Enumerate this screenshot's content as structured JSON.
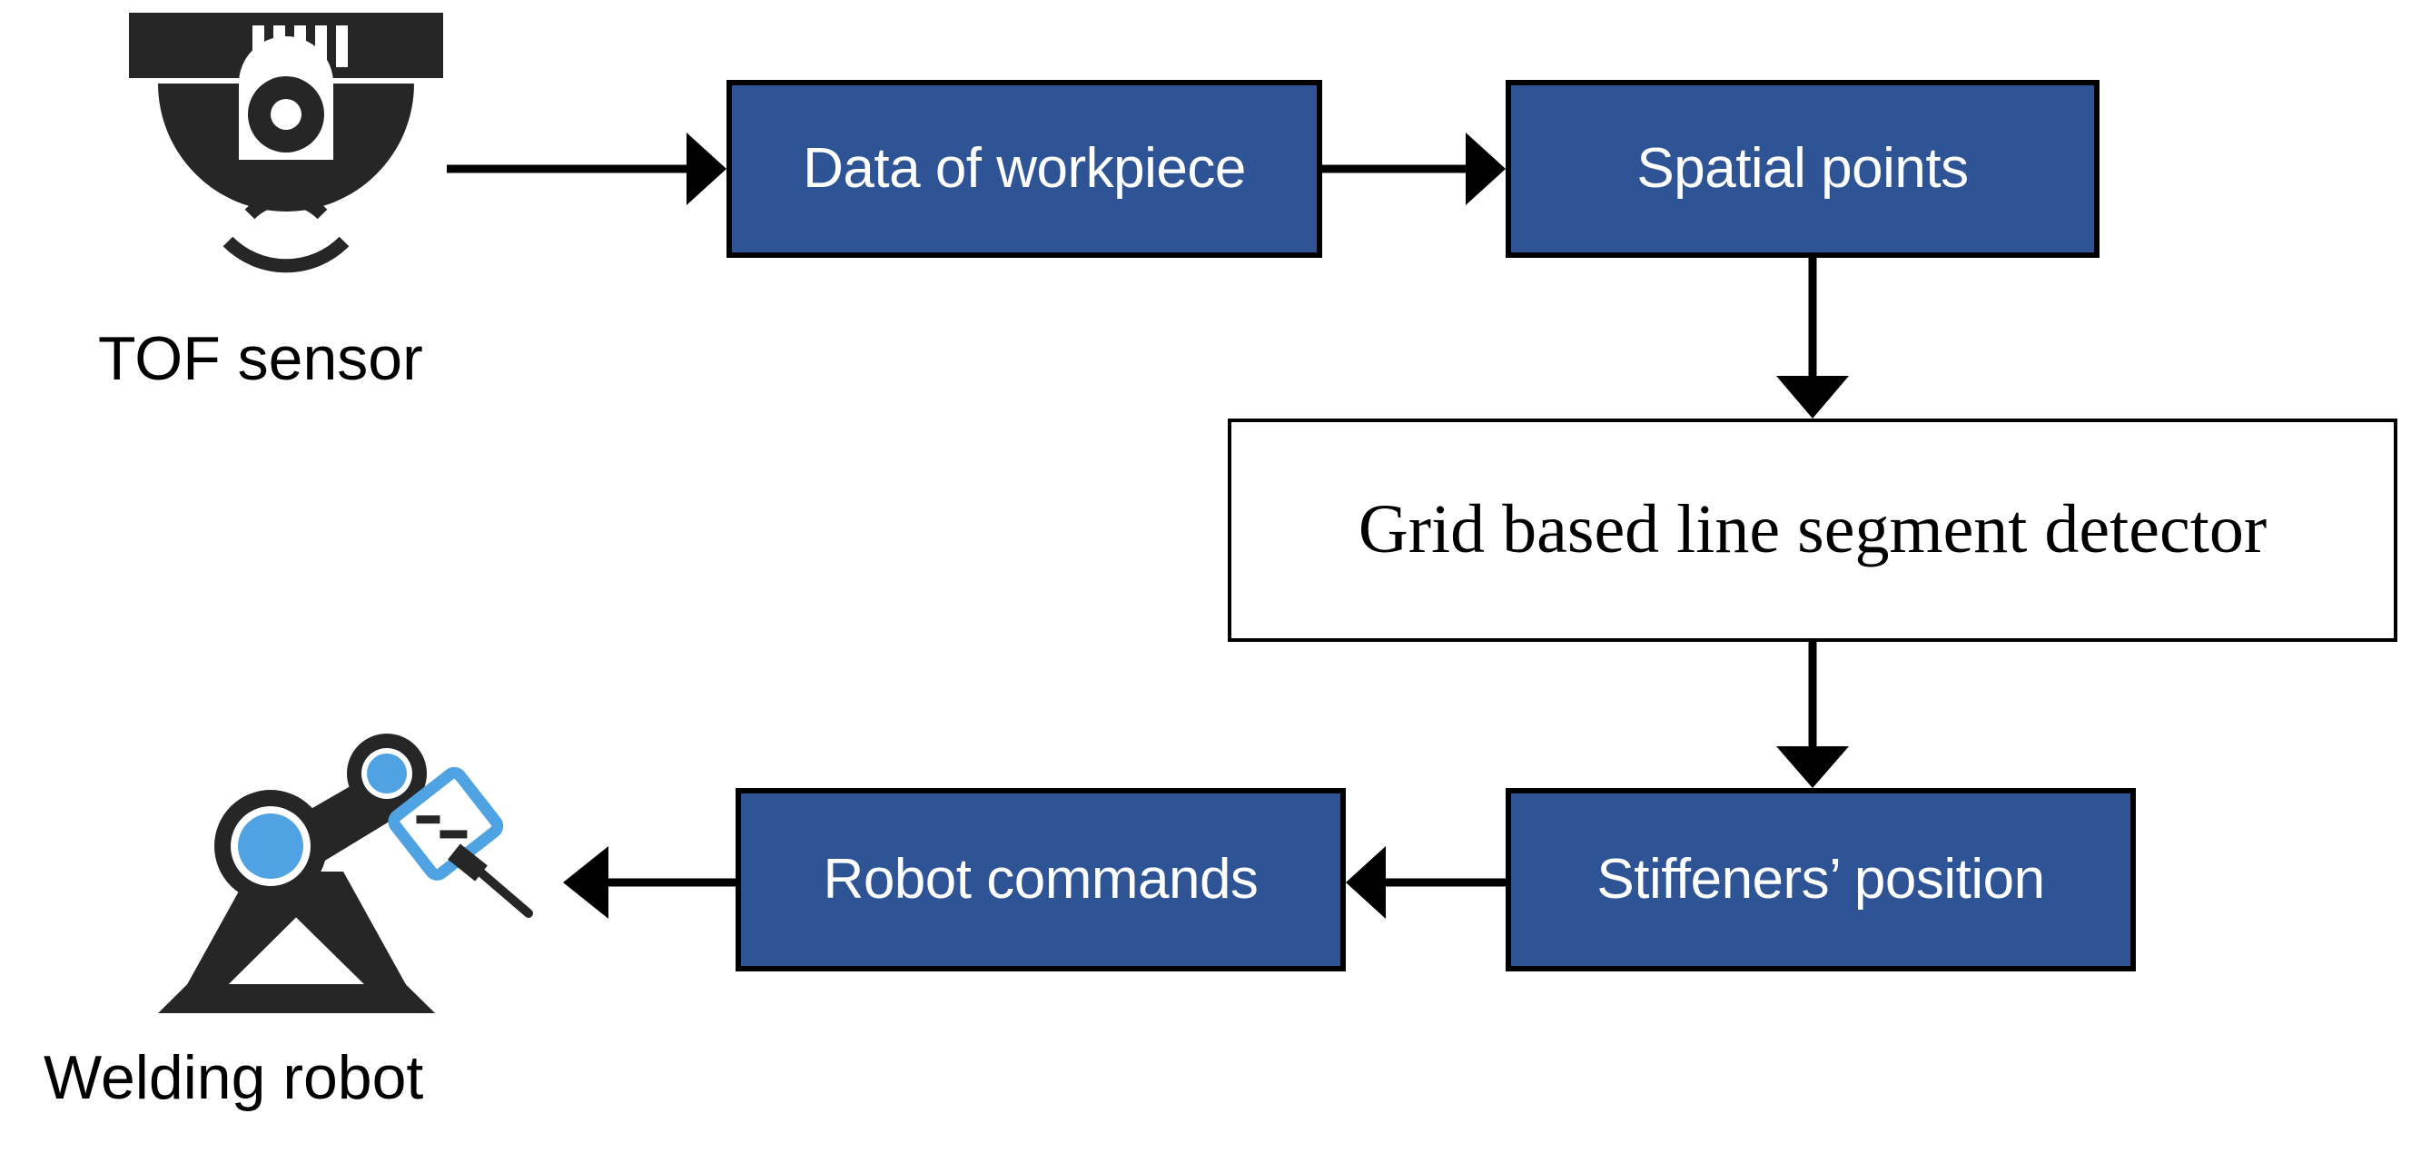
{
  "diagram": {
    "type": "flowchart",
    "title": "TOF sensor based stiffener welding pipeline",
    "colors": {
      "box_fill": "#2F5496",
      "box_border": "#000000",
      "box_text": "#FFFFFF",
      "plain_box_fill": "#FFFFFF",
      "plain_box_text": "#000000",
      "icon_dark": "#262626",
      "icon_blue": "#4FA3E3",
      "background": "#FFFFFF"
    },
    "icons": [
      {
        "id": "tof-sensor-icon",
        "name": "tof-sensor-icon",
        "label": "TOF sensor"
      },
      {
        "id": "welding-robot-icon",
        "name": "welding-robot-icon",
        "label": "Welding robot"
      }
    ],
    "nodes": [
      {
        "id": "workpiece",
        "label": "Data of workpiece",
        "style": "blue"
      },
      {
        "id": "spatial",
        "label": "Spatial points",
        "style": "blue"
      },
      {
        "id": "detector",
        "label": "Grid based line segment detector",
        "style": "plain"
      },
      {
        "id": "stiffeners",
        "label": "Stiffeners’ position",
        "style": "blue"
      },
      {
        "id": "robotcmd",
        "label": "Robot commands",
        "style": "blue"
      }
    ],
    "edges": [
      {
        "id": "e1",
        "from": "tof-sensor-icon",
        "to": "workpiece",
        "direction": "right"
      },
      {
        "id": "e2",
        "from": "workpiece",
        "to": "spatial",
        "direction": "right"
      },
      {
        "id": "e3",
        "from": "spatial",
        "to": "detector",
        "direction": "down"
      },
      {
        "id": "e4",
        "from": "detector",
        "to": "stiffeners",
        "direction": "down"
      },
      {
        "id": "e5",
        "from": "stiffeners",
        "to": "robotcmd",
        "direction": "left"
      },
      {
        "id": "e6",
        "from": "robotcmd",
        "to": "welding-robot-icon",
        "direction": "left"
      }
    ],
    "labels": {
      "tof_sensor": "TOF sensor",
      "welding_robot": "Welding robot"
    }
  }
}
